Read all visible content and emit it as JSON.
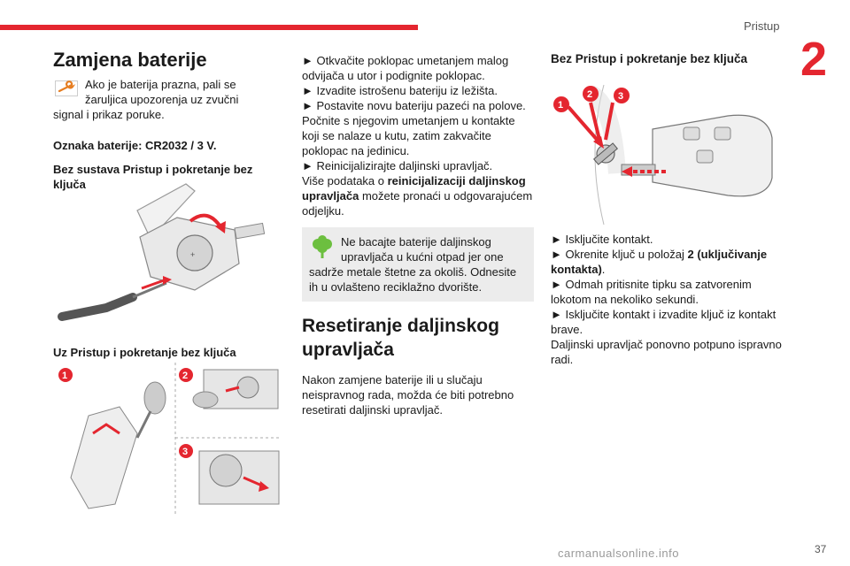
{
  "header": {
    "section": "Pristup",
    "chapter": "2",
    "page": "37"
  },
  "footer": {
    "watermark": "carmanualsonline.info"
  },
  "colors": {
    "accent": "#e4262f",
    "note_bg": "#ececec"
  },
  "col1": {
    "title": "Zamjena baterije",
    "warning_icon": "wrench-icon",
    "warning": "Ako je baterija prazna, pali se žaruljica upozorenja uz zvučni signal i prikaz poruke.",
    "battery_ref": "Oznaka baterije: CR2032 / 3 V.",
    "subheading_without": "Bez sustava Pristup i pokretanje bez ključa",
    "subheading_with": "Uz Pristup i pokretanje bez ključa",
    "fig2_labels": [
      "1",
      "2",
      "3"
    ]
  },
  "col2": {
    "steps": [
      "► Otkvačite poklopac umetanjem malog odvijača u utor i podignite poklopac.",
      "► Izvadite istrošenu bateriju iz ležišta.",
      "► Postavite novu bateriju pazeći na polove."
    ],
    "para1": "Počnite s njegovim umetanjem u kontakte koji se nalaze u kutu, zatim zakvačite poklopac na jedinicu.",
    "step4": "► Reinicijalizirajte daljinski upravljač.",
    "more_prefix": "Više podataka o ",
    "more_bold": "reinicijalizaciji daljinskog upravljača",
    "more_suffix": " možete pronaći u odgovarajućem odjeljku.",
    "note_icon": "recycle-tree-icon",
    "note": "Ne bacajte baterije daljinskog upravljača u kućni otpad jer one sadrže metale štetne za okoliš. Odnesite ih u ovlašteno reciklažno dvorište.",
    "reset_title": "Resetiranje daljinskog upravljača",
    "reset_text": "Nakon zamjene baterije ili u slučaju neispravnog rada, možda će biti potrebno resetirati daljinski upravljač."
  },
  "col3": {
    "title": "Bez Pristup i pokretanje bez ključa",
    "fig_labels": [
      "1",
      "2",
      "3"
    ],
    "step1": "► Isključite kontakt.",
    "step2_prefix": "► Okrenite ključ u položaj ",
    "step2_bold": "2 (uključivanje kontakta)",
    "step2_suffix": ".",
    "step3": "► Odmah pritisnite tipku sa zatvorenim lokotom na nekoliko sekundi.",
    "step4": "► Isključite kontakt i izvadite ključ iz kontakt brave.",
    "final": "Daljinski upravljač ponovno potpuno ispravno radi."
  }
}
